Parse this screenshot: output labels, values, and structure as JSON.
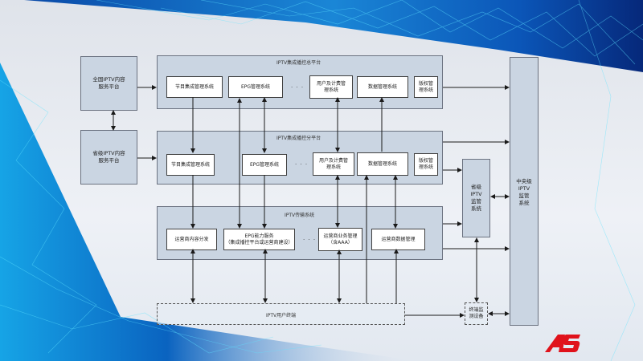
{
  "diagram": {
    "national_content": "全国IPTV内容\n服务平台",
    "provincial_content": "省级IPTV内容\n服务平台",
    "integrated_main": {
      "title": "IPTV集成播控总平台",
      "modules": [
        "节目集成管理系统",
        "EPG管理系统",
        "用户及计费管\n理系统",
        "数据管理系统",
        "版权管\n理系统"
      ]
    },
    "integrated_branch": {
      "title": "IPTV集成播控分平台",
      "modules": [
        "节目集成管理系统",
        "EPG管理系统",
        "用户及计费管\n理系统",
        "数据管理系统",
        "版权管\n理系统"
      ]
    },
    "transmission": {
      "title": "IPTV传输系统",
      "modules": [
        "运营商内容分发",
        "EPG能力服务\n（集成播控平台或运营商建设）",
        "运营商业务管理\n（含AAA）",
        "运营商数据管理"
      ]
    },
    "ellipsis": "· · ·",
    "user_terminal": "IPTV用户终端",
    "terminal_monitor": "终端监\n测设备",
    "provincial_supervision": "省级\nIPTV\n监管\n系统",
    "central_supervision": "中央级\nIPTV\n监管\n系统"
  },
  "logo": {
    "text": "AS",
    "color": "#e0121b"
  },
  "colors": {
    "panel": "#cad5e2",
    "line": "#1a1a1a",
    "band_dark": "#0a3d8f",
    "band_light": "#35c8f5"
  }
}
